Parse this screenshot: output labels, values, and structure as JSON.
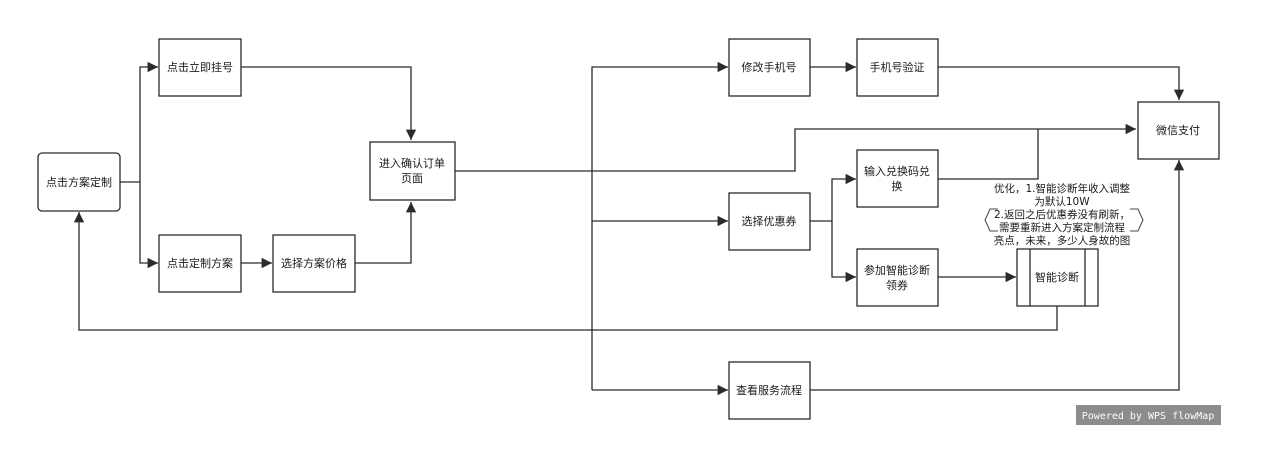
{
  "nodes": {
    "fangan_dingzhi": "点击方案定制",
    "liji_guahao": "点击立即挂号",
    "dingzhi_fangan": "点击定制方案",
    "xuanze_jiage": "选择方案价格",
    "queren_dingdan_line1": "进入确认订单",
    "queren_dingdan_line2": "页面",
    "xiugai_shouji": "修改手机号",
    "shouji_yanzheng": "手机号验证",
    "weixin_zhifu": "微信支付",
    "xuanze_youhuiquan": "选择优惠券",
    "duihuanma_line1": "输入兑换码兑",
    "duihuanma_line2": "换",
    "zhineng_lingquan_line1": "参加智能诊断",
    "zhineng_lingquan_line2": "领券",
    "zhineng_zhenduan": "智能诊断",
    "fuwu_liucheng": "查看服务流程"
  },
  "annotation": {
    "line1": "优化，1.智能诊断年收入调整",
    "line2": "为默认10W",
    "line3": "2.返回之后优惠券没有刷新，",
    "line4": "需要重新进入方案定制流程",
    "line5": "亮点，未来，多少人身故的图"
  },
  "watermark": "Powered by WPS flowMap"
}
